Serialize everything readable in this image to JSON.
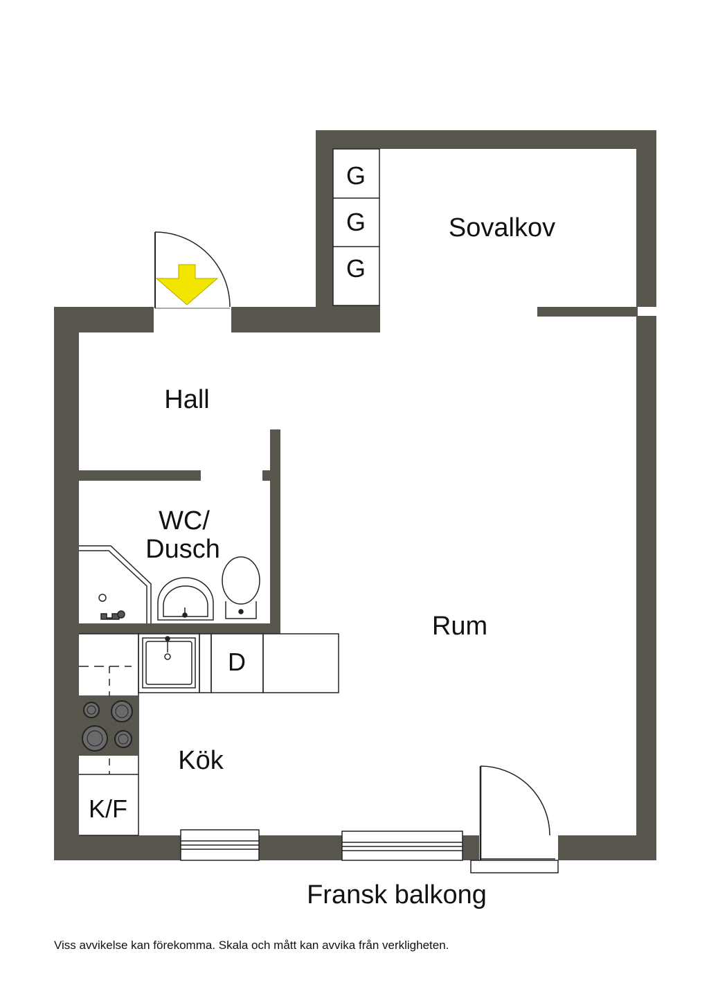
{
  "rooms": {
    "sovalkov": "Sovalkov",
    "hall": "Hall",
    "wc_line1": "WC/",
    "wc_line2": "Dusch",
    "rum": "Rum",
    "kok": "Kök"
  },
  "fixtures": {
    "wardrobe_1": "G",
    "wardrobe_2": "G",
    "wardrobe_3": "G",
    "dishwasher": "D",
    "fridge_freezer": "K/F"
  },
  "balcony_label": "Fransk balkong",
  "disclaimer": "Viss avvikelse kan förekomma. Skala och mått kan avvika från verkligheten.",
  "colors": {
    "wall": "#58554d",
    "entrance_arrow": "#f2e600",
    "stove": "#58554d"
  }
}
